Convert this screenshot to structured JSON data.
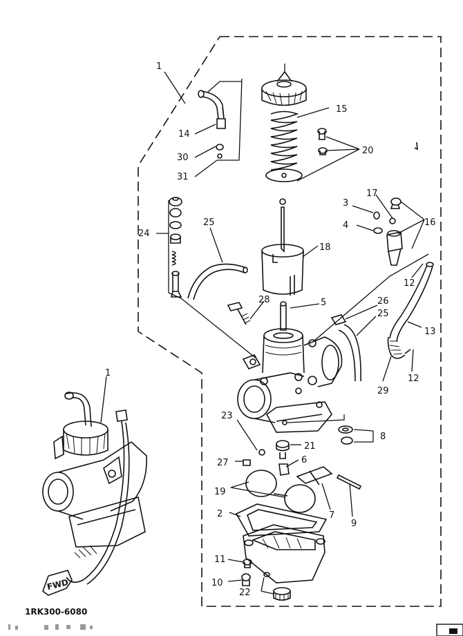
{
  "diagram": {
    "code": "1RK300-6080",
    "labels": {
      "l1_main": "1",
      "l1_inset": "1",
      "l2": "2",
      "l3": "3",
      "l4": "4",
      "l5": "5",
      "l6": "6",
      "l7": "7",
      "l8": "8",
      "l9": "9",
      "l10": "10",
      "l11": "11",
      "l12a": "12",
      "l12b": "12",
      "l13": "13",
      "l14": "14",
      "l15": "15",
      "l16": "16",
      "l17": "17",
      "l18": "18",
      "l19": "19",
      "l20": "20",
      "l21": "21",
      "l22": "22",
      "l23": "23",
      "l24": "24",
      "l25a": "25",
      "l25b": "25",
      "l26": "26",
      "l27": "27",
      "l28": "28",
      "l29": "29",
      "l30": "30",
      "l31": "31"
    },
    "fwd_mark": "FWD"
  }
}
